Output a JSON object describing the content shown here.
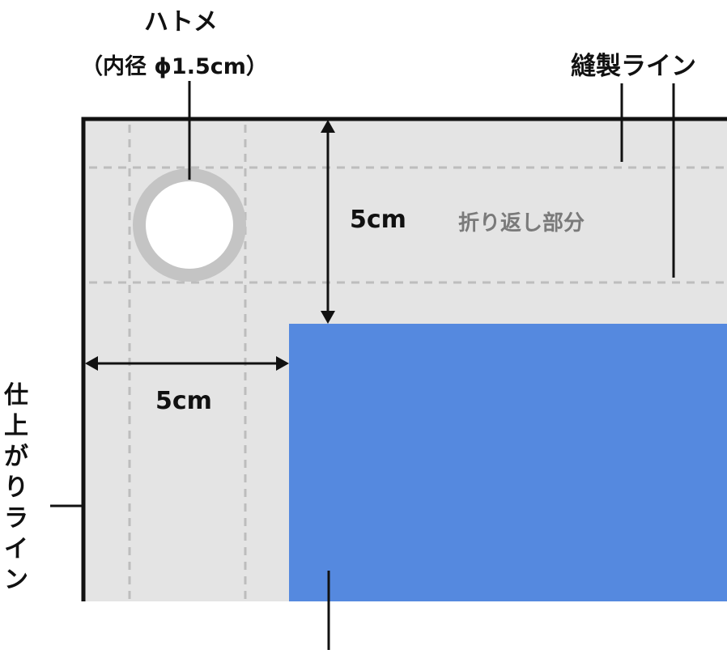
{
  "labels": {
    "grommet_title": "ハトメ",
    "grommet_spec": "（内径 ϕ1.5cm）",
    "sewing_line": "縫製ライン",
    "fold_area": "折り返し部分",
    "vertical_dim": "5cm",
    "horizontal_dim": "5cm",
    "finish_line": "仕上がりライン"
  },
  "colors": {
    "fold_fill": "#e4e4e4",
    "print_area": "#5589df",
    "outline": "#111111",
    "dashed": "#bdbdbd",
    "grommet_ring": "#c4c4c4",
    "fold_label": "#7a7a7a"
  }
}
